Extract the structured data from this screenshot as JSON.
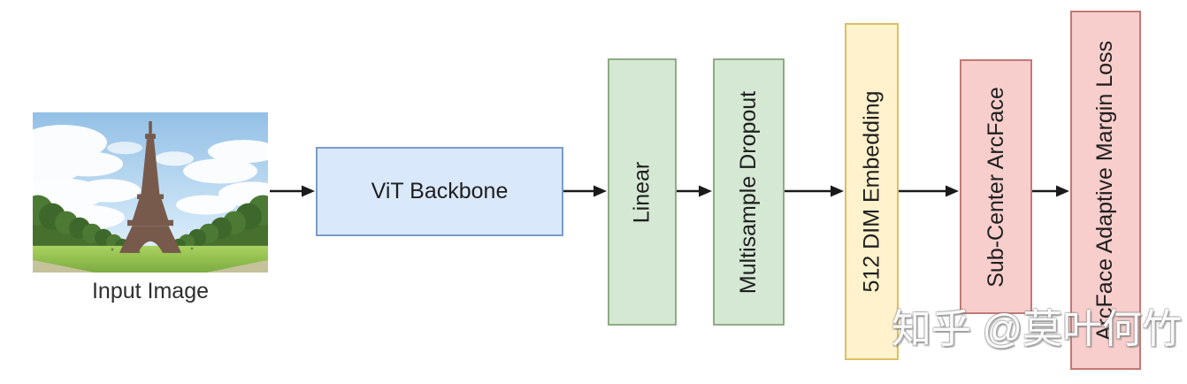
{
  "diagram": {
    "input_label": "Input Image",
    "photo_icon": "eiffel-tower-photo",
    "arrow_color": "#1a1a1a",
    "nodes": [
      {
        "id": "vit-backbone",
        "label": "ViT Backbone",
        "fill": "#dae8fc",
        "border": "#7a9cc6",
        "text_orientation": "horizontal"
      },
      {
        "id": "linear",
        "label": "Linear",
        "fill": "#d5e8d4",
        "border": "#8fac84",
        "text_orientation": "vertical"
      },
      {
        "id": "multisample-dropout",
        "label": "Multisample Dropout",
        "fill": "#d5e8d4",
        "border": "#8fac84",
        "text_orientation": "vertical"
      },
      {
        "id": "512-dim-embedding",
        "label": "512 DIM Embedding",
        "fill": "#fff2cc",
        "border": "#ddbf62",
        "text_orientation": "vertical"
      },
      {
        "id": "sub-center-arcface",
        "label": "Sub-Center ArcFace",
        "fill": "#f8cecc",
        "border": "#c17a76",
        "text_orientation": "vertical"
      },
      {
        "id": "arcface-adaptive-margin-loss",
        "label": "ArcFace Adaptive Margin Loss",
        "fill": "#f8cecc",
        "border": "#c17a76",
        "text_orientation": "vertical"
      }
    ]
  },
  "watermark": {
    "text": "知乎 @莫叶何竹"
  }
}
